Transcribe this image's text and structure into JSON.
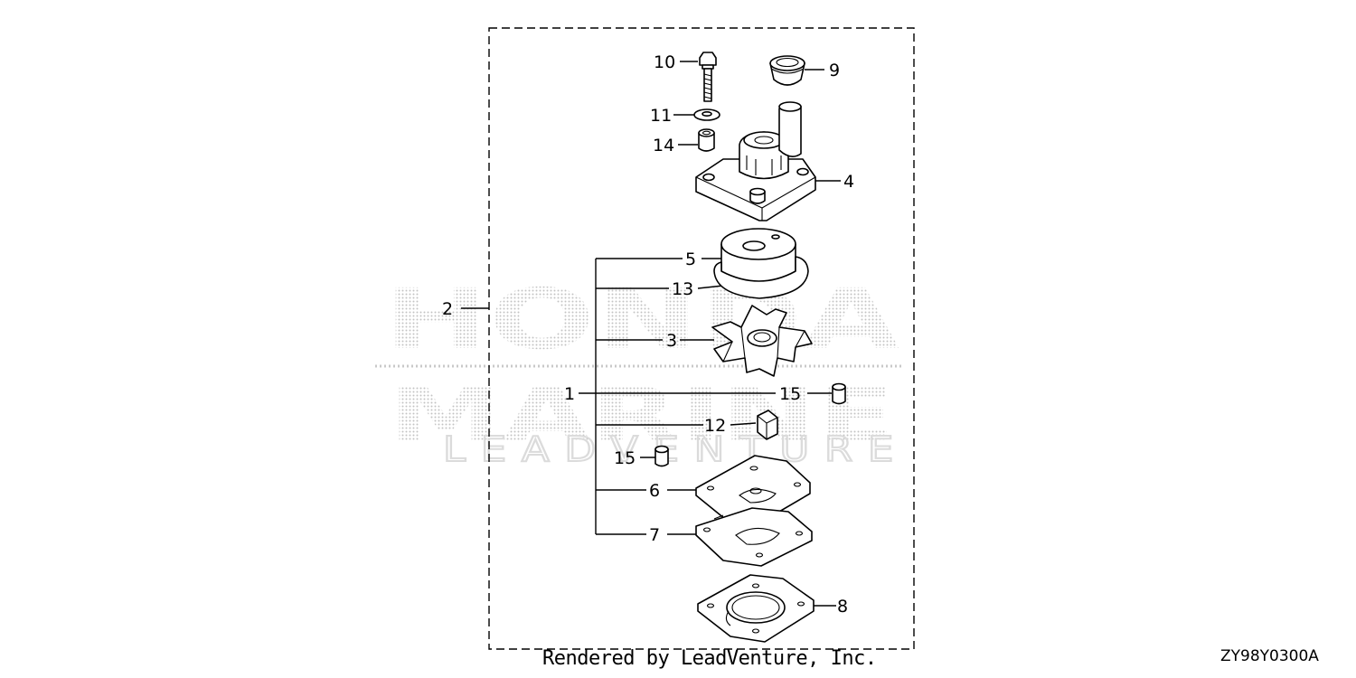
{
  "callouts": {
    "c1": "1",
    "c2": "2",
    "c3": "3",
    "c4": "4",
    "c5": "5",
    "c6": "6",
    "c7": "7",
    "c8": "8",
    "c9": "9",
    "c10": "10",
    "c11": "11",
    "c12": "12",
    "c13": "13",
    "c14": "14",
    "c15a": "15",
    "c15b": "15"
  },
  "watermark": {
    "line1": "HONDA",
    "line2": "MARINE",
    "line3": "LEADVENTURE"
  },
  "footer": {
    "credit": "Rendered by LeadVenture, Inc.",
    "diagram_code": "ZY98Y0300A"
  }
}
